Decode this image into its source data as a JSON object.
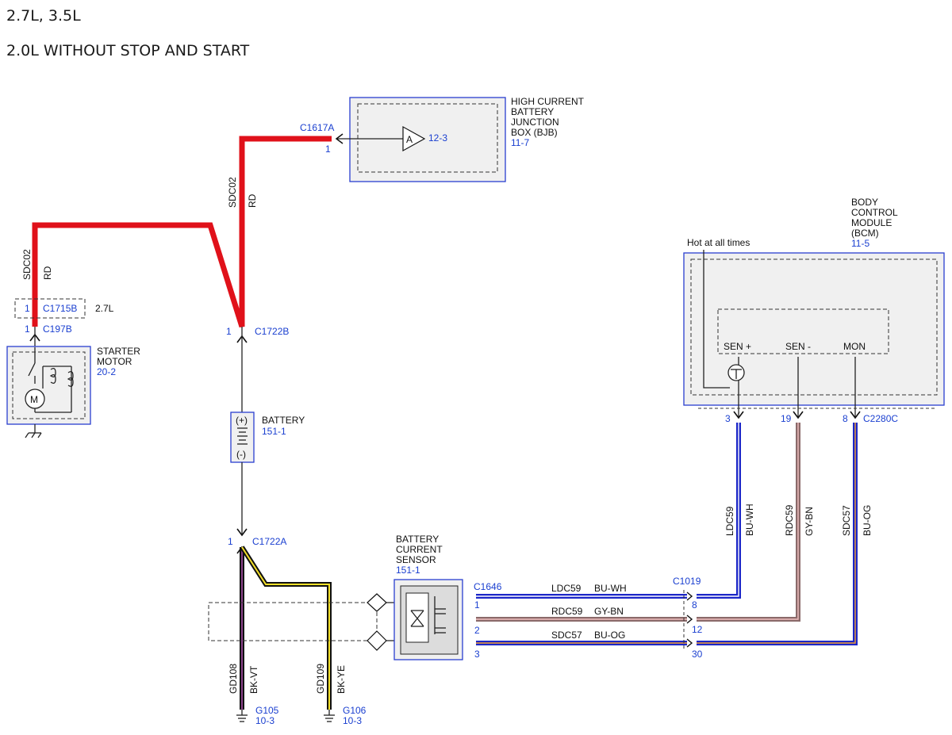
{
  "headers": {
    "engines": "2.7L, 3.5L",
    "variant": "2.0L WITHOUT STOP AND START"
  },
  "bjb": {
    "title_lines": [
      "HIGH CURRENT",
      "BATTERY",
      "JUNCTION",
      "BOX (BJB)"
    ],
    "ref": "11-7",
    "fuse_letter": "A",
    "fuse_ref": "12-3",
    "connector": "C1617A",
    "pin": "1"
  },
  "wire_sdc02": {
    "circuit": "SDC02",
    "color": "RD"
  },
  "c1715b": {
    "pin": "1",
    "name": "C1715B",
    "note": "2.7L"
  },
  "c197b": {
    "pin": "1",
    "name": "C197B"
  },
  "starter": {
    "title_lines": [
      "STARTER",
      "MOTOR"
    ],
    "ref": "20-2"
  },
  "c1722b": {
    "pin": "1",
    "name": "C1722B"
  },
  "battery": {
    "title": "BATTERY",
    "ref": "151-1",
    "plus": "(+)",
    "minus": "(-)"
  },
  "c1722a": {
    "pin": "1",
    "name": "C1722A"
  },
  "grounds": [
    {
      "circuit": "GD108",
      "color": "BK-VT",
      "ground": "G105",
      "ref": "10-3"
    },
    {
      "circuit": "GD109",
      "color": "BK-YE",
      "ground": "G106",
      "ref": "10-3"
    }
  ],
  "bcs": {
    "title_lines": [
      "BATTERY",
      "CURRENT",
      "SENSOR"
    ],
    "ref": "151-1",
    "connector": "C1646",
    "pins": [
      "1",
      "2",
      "3"
    ]
  },
  "c1019": {
    "name": "C1019",
    "pins": [
      "8",
      "12",
      "30"
    ]
  },
  "harness": [
    {
      "circuit": "LDC59",
      "color": "BU-WH"
    },
    {
      "circuit": "RDC59",
      "color": "GY-BN"
    },
    {
      "circuit": "SDC57",
      "color": "BU-OG"
    }
  ],
  "bcm": {
    "title_lines": [
      "BODY",
      "CONTROL",
      "MODULE",
      "(BCM)"
    ],
    "ref": "11-5",
    "hot_label": "Hot at all times",
    "pins_labels": [
      "SEN +",
      "SEN -",
      "MON"
    ],
    "connector": "C2280C",
    "pin_numbers": [
      "3",
      "19",
      "8"
    ]
  },
  "colors": {
    "red_wire": "#e0111a",
    "blue_wire": "#1b26c8",
    "blue_text": "#1a3fd0",
    "box_border": "#2a3fd0",
    "grey_brown": "#8a6a6a",
    "yellow": "#f4e02a"
  }
}
